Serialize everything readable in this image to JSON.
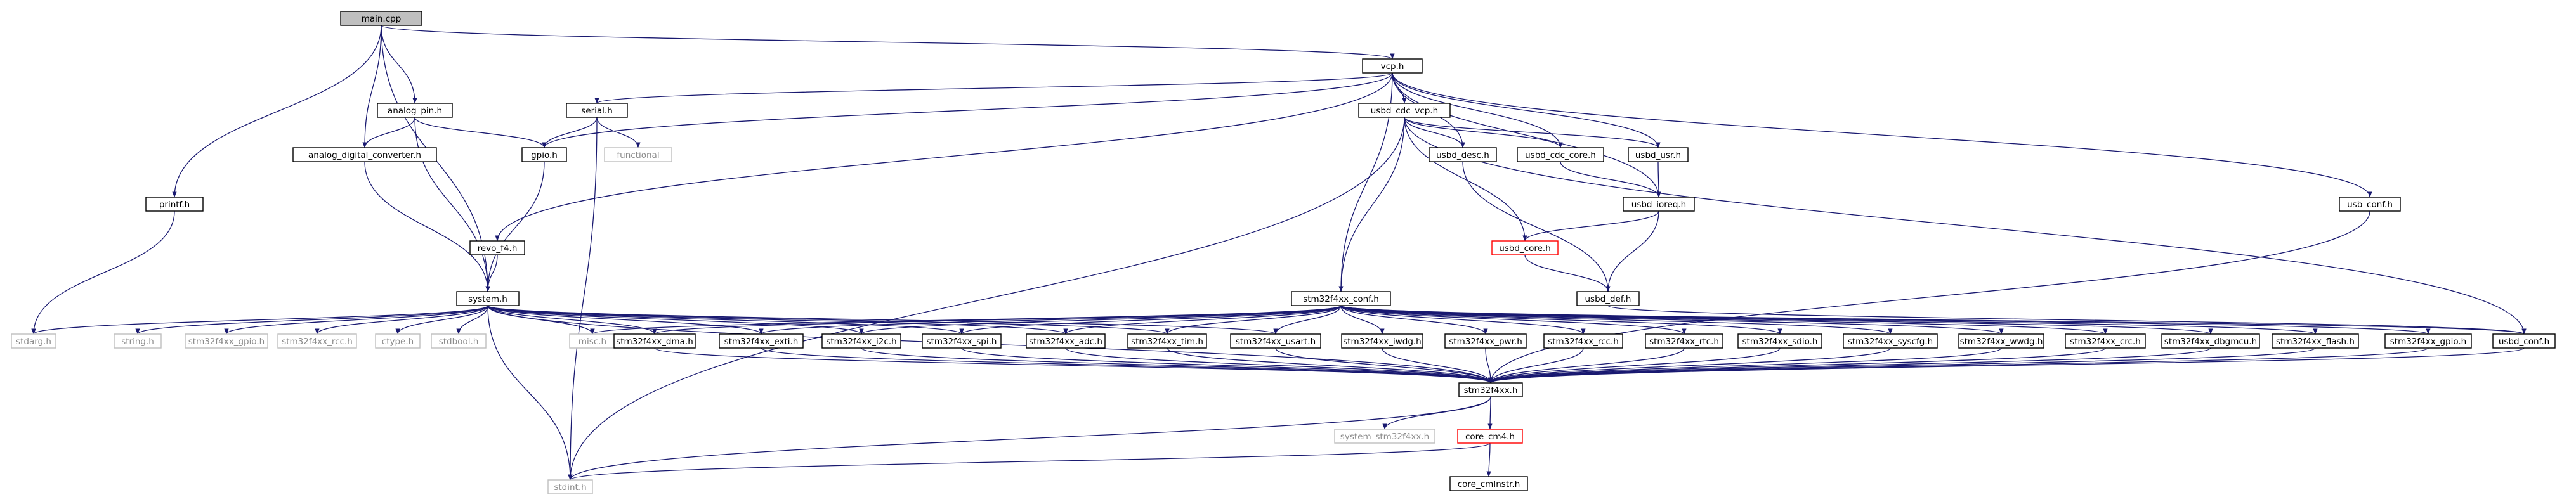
{
  "graph": {
    "root": "main.cpp",
    "colors": {
      "edge": "#191970",
      "root_fill": "#bfbfbf",
      "node_border": "#000000",
      "missing_border": "#bfbfbf",
      "missing_text": "#8c8c8c",
      "truncated_border": "#ff0000"
    },
    "nodes": [
      {
        "id": "main",
        "label": "main.cpp",
        "style": "root"
      },
      {
        "id": "vcp",
        "label": "vcp.h",
        "style": "normal"
      },
      {
        "id": "printf",
        "label": "printf.h",
        "style": "normal"
      },
      {
        "id": "analog_pin",
        "label": "analog_pin.h",
        "style": "normal"
      },
      {
        "id": "serial",
        "label": "serial.h",
        "style": "normal"
      },
      {
        "id": "usbd_cdc_vcp",
        "label": "usbd_cdc_vcp.h",
        "style": "normal"
      },
      {
        "id": "functional",
        "label": "functional",
        "style": "missing"
      },
      {
        "id": "adc_conv",
        "label": "analog_digital_converter.h",
        "style": "normal"
      },
      {
        "id": "gpio",
        "label": "gpio.h",
        "style": "normal"
      },
      {
        "id": "usbd_desc",
        "label": "usbd_desc.h",
        "style": "normal"
      },
      {
        "id": "usbd_cdc_core",
        "label": "usbd_cdc_core.h",
        "style": "normal"
      },
      {
        "id": "usbd_usr",
        "label": "usbd_usr.h",
        "style": "normal"
      },
      {
        "id": "usbd_ioreq",
        "label": "usbd_ioreq.h",
        "style": "normal"
      },
      {
        "id": "usb_conf_top",
        "label": "usb_conf.h",
        "style": "normal"
      },
      {
        "id": "revo_f4",
        "label": "revo_f4.h",
        "style": "normal"
      },
      {
        "id": "usbd_core",
        "label": "usbd_core.h",
        "style": "truncated"
      },
      {
        "id": "system",
        "label": "system.h",
        "style": "normal"
      },
      {
        "id": "stm32f4xx_conf",
        "label": "stm32f4xx_conf.h",
        "style": "normal"
      },
      {
        "id": "usbd_def",
        "label": "usbd_def.h",
        "style": "normal"
      },
      {
        "id": "stdarg",
        "label": "stdarg.h",
        "style": "missing"
      },
      {
        "id": "string",
        "label": "string.h",
        "style": "missing"
      },
      {
        "id": "stm32f4xx_gpio_m",
        "label": "stm32f4xx_gpio.h",
        "style": "missing"
      },
      {
        "id": "stm32f4xx_rcc_m",
        "label": "stm32f4xx_rcc.h",
        "style": "missing"
      },
      {
        "id": "ctype",
        "label": "ctype.h",
        "style": "missing"
      },
      {
        "id": "stdbool",
        "label": "stdbool.h",
        "style": "missing"
      },
      {
        "id": "misc",
        "label": "misc.h",
        "style": "missing"
      },
      {
        "id": "dma",
        "label": "stm32f4xx_dma.h",
        "style": "normal"
      },
      {
        "id": "exti",
        "label": "stm32f4xx_exti.h",
        "style": "normal"
      },
      {
        "id": "i2c",
        "label": "stm32f4xx_i2c.h",
        "style": "normal"
      },
      {
        "id": "spi",
        "label": "stm32f4xx_spi.h",
        "style": "normal"
      },
      {
        "id": "adc",
        "label": "stm32f4xx_adc.h",
        "style": "normal"
      },
      {
        "id": "tim",
        "label": "stm32f4xx_tim.h",
        "style": "normal"
      },
      {
        "id": "usart",
        "label": "stm32f4xx_usart.h",
        "style": "normal"
      },
      {
        "id": "iwdg",
        "label": "stm32f4xx_iwdg.h",
        "style": "normal"
      },
      {
        "id": "pwr",
        "label": "stm32f4xx_pwr.h",
        "style": "normal"
      },
      {
        "id": "rcc",
        "label": "stm32f4xx_rcc.h",
        "style": "normal"
      },
      {
        "id": "rtc",
        "label": "stm32f4xx_rtc.h",
        "style": "normal"
      },
      {
        "id": "sdio",
        "label": "stm32f4xx_sdio.h",
        "style": "normal"
      },
      {
        "id": "syscfg",
        "label": "stm32f4xx_syscfg.h",
        "style": "normal"
      },
      {
        "id": "wwdg",
        "label": "stm32f4xx_wwdg.h",
        "style": "normal"
      },
      {
        "id": "crc",
        "label": "stm32f4xx_crc.h",
        "style": "normal"
      },
      {
        "id": "dbgmcu",
        "label": "stm32f4xx_dbgmcu.h",
        "style": "normal"
      },
      {
        "id": "flash",
        "label": "stm32f4xx_flash.h",
        "style": "normal"
      },
      {
        "id": "gpio_c",
        "label": "stm32f4xx_gpio.h",
        "style": "normal"
      },
      {
        "id": "usb_conf",
        "label": "usbd_conf.h",
        "style": "normal"
      },
      {
        "id": "stm32f4xx",
        "label": "stm32f4xx.h",
        "style": "normal"
      },
      {
        "id": "system_stm32f4xx",
        "label": "system_stm32f4xx.h",
        "style": "missing"
      },
      {
        "id": "core_cm4",
        "label": "core_cm4.h",
        "style": "truncated"
      },
      {
        "id": "stdint",
        "label": "stdint.h",
        "style": "missing"
      },
      {
        "id": "core_cmInstr",
        "label": "core_cmInstr.h",
        "style": "normal"
      }
    ],
    "edges": [
      [
        "main",
        "vcp"
      ],
      [
        "main",
        "printf"
      ],
      [
        "main",
        "analog_pin"
      ],
      [
        "main",
        "adc_conv"
      ],
      [
        "main",
        "system"
      ],
      [
        "vcp",
        "serial"
      ],
      [
        "vcp",
        "usbd_cdc_vcp"
      ],
      [
        "vcp",
        "gpio"
      ],
      [
        "vcp",
        "revo_f4"
      ],
      [
        "vcp",
        "usbd_desc"
      ],
      [
        "vcp",
        "usbd_cdc_core"
      ],
      [
        "vcp",
        "usbd_usr"
      ],
      [
        "vcp",
        "usbd_ioreq"
      ],
      [
        "vcp",
        "usb_conf_top"
      ],
      [
        "vcp",
        "stm32f4xx_conf"
      ],
      [
        "printf",
        "stdarg"
      ],
      [
        "analog_pin",
        "adc_conv"
      ],
      [
        "analog_pin",
        "gpio"
      ],
      [
        "analog_pin",
        "system"
      ],
      [
        "serial",
        "functional"
      ],
      [
        "serial",
        "gpio"
      ],
      [
        "serial",
        "stdint"
      ],
      [
        "usbd_cdc_vcp",
        "usbd_desc"
      ],
      [
        "usbd_cdc_vcp",
        "usbd_cdc_core"
      ],
      [
        "usbd_cdc_vcp",
        "usbd_usr"
      ],
      [
        "usbd_cdc_vcp",
        "usbd_core"
      ],
      [
        "usbd_cdc_vcp",
        "stm32f4xx_conf"
      ],
      [
        "usbd_cdc_vcp",
        "usb_conf"
      ],
      [
        "usbd_cdc_vcp",
        "stdint"
      ],
      [
        "adc_conv",
        "system"
      ],
      [
        "gpio",
        "system"
      ],
      [
        "revo_f4",
        "system"
      ],
      [
        "usbd_desc",
        "usbd_def"
      ],
      [
        "usbd_cdc_core",
        "usbd_ioreq"
      ],
      [
        "usbd_usr",
        "usbd_ioreq"
      ],
      [
        "usbd_ioreq",
        "usbd_core"
      ],
      [
        "usbd_ioreq",
        "usbd_def"
      ],
      [
        "usbd_core",
        "usbd_def"
      ],
      [
        "usb_conf_top",
        "stm32f4xx"
      ],
      [
        "usbd_def",
        "usb_conf"
      ],
      [
        "system",
        "stdarg"
      ],
      [
        "system",
        "string"
      ],
      [
        "system",
        "stm32f4xx_gpio_m"
      ],
      [
        "system",
        "stm32f4xx_rcc_m"
      ],
      [
        "system",
        "ctype"
      ],
      [
        "system",
        "stdbool"
      ],
      [
        "system",
        "misc"
      ],
      [
        "system",
        "dma"
      ],
      [
        "system",
        "exti"
      ],
      [
        "system",
        "i2c"
      ],
      [
        "system",
        "spi"
      ],
      [
        "system",
        "adc"
      ],
      [
        "system",
        "tim"
      ],
      [
        "system",
        "usart"
      ],
      [
        "system",
        "stm32f4xx"
      ],
      [
        "system",
        "stdint"
      ],
      [
        "stm32f4xx_conf",
        "misc"
      ],
      [
        "stm32f4xx_conf",
        "dma"
      ],
      [
        "stm32f4xx_conf",
        "exti"
      ],
      [
        "stm32f4xx_conf",
        "i2c"
      ],
      [
        "stm32f4xx_conf",
        "spi"
      ],
      [
        "stm32f4xx_conf",
        "adc"
      ],
      [
        "stm32f4xx_conf",
        "tim"
      ],
      [
        "stm32f4xx_conf",
        "usart"
      ],
      [
        "stm32f4xx_conf",
        "iwdg"
      ],
      [
        "stm32f4xx_conf",
        "pwr"
      ],
      [
        "stm32f4xx_conf",
        "rcc"
      ],
      [
        "stm32f4xx_conf",
        "rtc"
      ],
      [
        "stm32f4xx_conf",
        "sdio"
      ],
      [
        "stm32f4xx_conf",
        "syscfg"
      ],
      [
        "stm32f4xx_conf",
        "wwdg"
      ],
      [
        "stm32f4xx_conf",
        "crc"
      ],
      [
        "stm32f4xx_conf",
        "dbgmcu"
      ],
      [
        "stm32f4xx_conf",
        "flash"
      ],
      [
        "stm32f4xx_conf",
        "gpio_c"
      ],
      [
        "stm32f4xx_conf",
        "usb_conf"
      ],
      [
        "dma",
        "stm32f4xx"
      ],
      [
        "exti",
        "stm32f4xx"
      ],
      [
        "i2c",
        "stm32f4xx"
      ],
      [
        "spi",
        "stm32f4xx"
      ],
      [
        "adc",
        "stm32f4xx"
      ],
      [
        "tim",
        "stm32f4xx"
      ],
      [
        "usart",
        "stm32f4xx"
      ],
      [
        "iwdg",
        "stm32f4xx"
      ],
      [
        "pwr",
        "stm32f4xx"
      ],
      [
        "rcc",
        "stm32f4xx"
      ],
      [
        "rtc",
        "stm32f4xx"
      ],
      [
        "sdio",
        "stm32f4xx"
      ],
      [
        "syscfg",
        "stm32f4xx"
      ],
      [
        "wwdg",
        "stm32f4xx"
      ],
      [
        "crc",
        "stm32f4xx"
      ],
      [
        "dbgmcu",
        "stm32f4xx"
      ],
      [
        "flash",
        "stm32f4xx"
      ],
      [
        "gpio_c",
        "stm32f4xx"
      ],
      [
        "usb_conf",
        "stm32f4xx"
      ],
      [
        "stm32f4xx",
        "system_stm32f4xx"
      ],
      [
        "stm32f4xx",
        "core_cm4"
      ],
      [
        "stm32f4xx",
        "stdint"
      ],
      [
        "core_cm4",
        "stdint"
      ],
      [
        "core_cm4",
        "core_cmInstr"
      ]
    ]
  }
}
